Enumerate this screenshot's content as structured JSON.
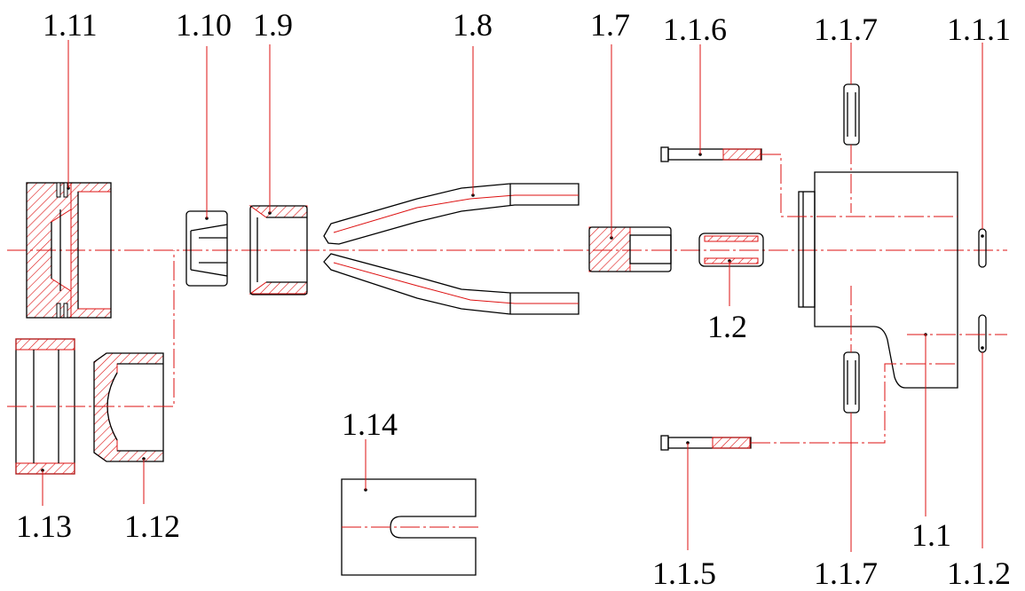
{
  "labels": {
    "p1_11": "1.11",
    "p1_10": "1.10",
    "p1_9": "1.9",
    "p1_8": "1.8",
    "p1_7": "1.7",
    "p1_1_6": "1.1.6",
    "p1_1_7_top": "1.1.7",
    "p1_1_1": "1.1.1",
    "p1_2": "1.2",
    "p1_14": "1.14",
    "p1_13": "1.13",
    "p1_12": "1.12",
    "p1_1": "1.1",
    "p1_1_5": "1.1.5",
    "p1_1_7_bottom": "1.1.7",
    "p1_1_2": "1.1.2"
  },
  "colors": {
    "outline": "#000000",
    "centerline": "#dd1111",
    "hatch": "#dd1111",
    "background": "#ffffff"
  }
}
